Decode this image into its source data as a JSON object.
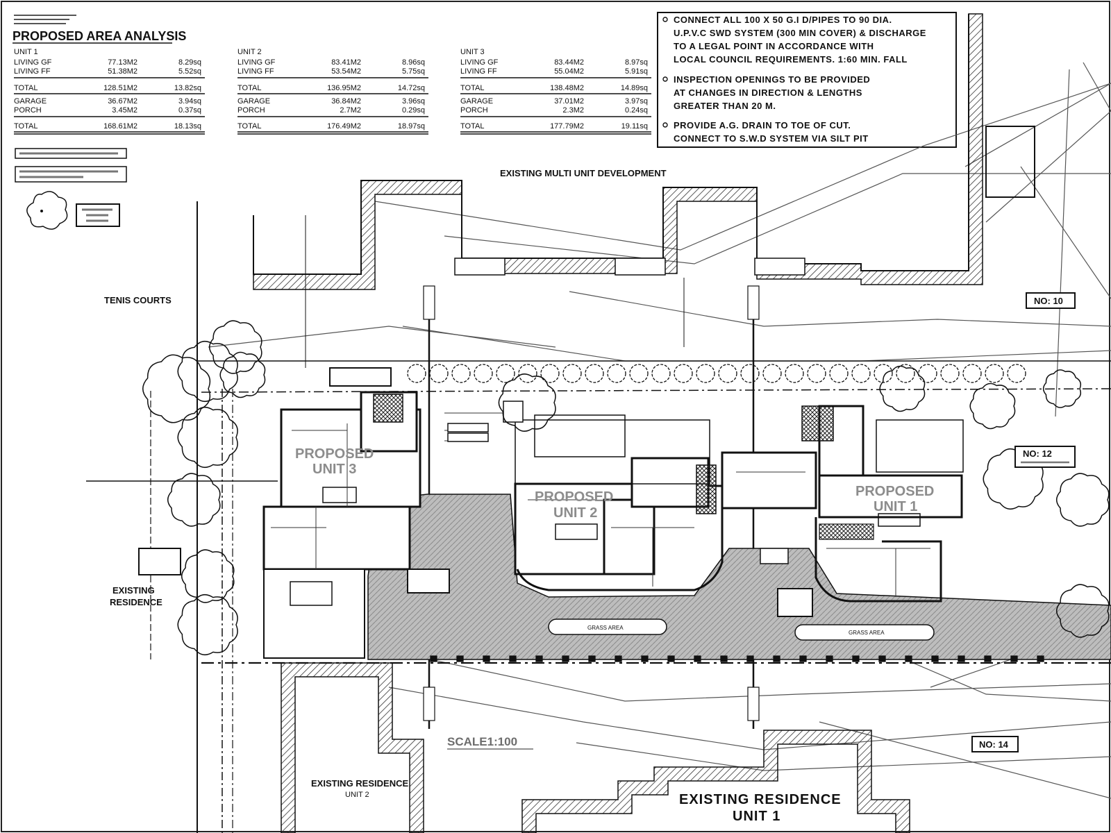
{
  "area_analysis": {
    "title": "PROPOSED AREA ANALYSIS",
    "units": [
      {
        "name": "UNIT 1",
        "rows": [
          {
            "label": "LIVING GF",
            "m2": "77.13M2",
            "sq": "8.29sq"
          },
          {
            "label": "LIVING FF",
            "m2": "51.38M2",
            "sq": "5.52sq"
          },
          {
            "label": "TOTAL",
            "m2": "128.51M2",
            "sq": "13.82sq"
          },
          {
            "label": "GARAGE",
            "m2": "36.67M2",
            "sq": "3.94sq"
          },
          {
            "label": "PORCH",
            "m2": "3.45M2",
            "sq": "0.37sq"
          },
          {
            "label": "TOTAL",
            "m2": "168.61M2",
            "sq": "18.13sq"
          }
        ]
      },
      {
        "name": "UNIT 2",
        "rows": [
          {
            "label": "LIVING GF",
            "m2": "83.41M2",
            "sq": "8.96sq"
          },
          {
            "label": "LIVING FF",
            "m2": "53.54M2",
            "sq": "5.75sq"
          },
          {
            "label": "TOTAL",
            "m2": "136.95M2",
            "sq": "14.72sq"
          },
          {
            "label": "GARAGE",
            "m2": "36.84M2",
            "sq": "3.96sq"
          },
          {
            "label": "PORCH",
            "m2": "2.7M2",
            "sq": "0.29sq"
          },
          {
            "label": "TOTAL",
            "m2": "176.49M2",
            "sq": "18.97sq"
          }
        ]
      },
      {
        "name": "UNIT 3",
        "rows": [
          {
            "label": "LIVING GF",
            "m2": "83.44M2",
            "sq": "8.97sq"
          },
          {
            "label": "LIVING FF",
            "m2": "55.04M2",
            "sq": "5.91sq"
          },
          {
            "label": "TOTAL",
            "m2": "138.48M2",
            "sq": "14.89sq"
          },
          {
            "label": "GARAGE",
            "m2": "37.01M2",
            "sq": "3.97sq"
          },
          {
            "label": "PORCH",
            "m2": "2.3M2",
            "sq": "0.24sq"
          },
          {
            "label": "TOTAL",
            "m2": "177.79M2",
            "sq": "19.11sq"
          }
        ]
      }
    ]
  },
  "notes": {
    "lines": [
      "CONNECT ALL 100 X 50 G.I D/PIPES TO 90 DIA.",
      "U.P.V.C SWD SYSTEM (300 MIN COVER) & DISCHARGE",
      "TO A LEGAL POINT IN ACCORDANCE WITH",
      "LOCAL COUNCIL REQUIREMENTS. 1:60 MIN. FALL",
      "INSPECTION OPENINGS TO BE PROVIDED",
      "AT CHANGES IN DIRECTION & LENGTHS",
      "GREATER THAN 20 M.",
      "PROVIDE A.G. DRAIN TO TOE OF CUT.",
      "CONNECT TO S.W.D SYSTEM VIA SILT PIT"
    ]
  },
  "labels": {
    "existing_multi_unit": "EXISTING MULTI UNIT DEVELOPMENT",
    "tennis_courts": "TENIS COURTS",
    "existing_residence_left": [
      "EXISTING",
      "RESIDENCE"
    ],
    "proposed_unit3": [
      "PROPOSED",
      "UNIT 3"
    ],
    "proposed_unit2": [
      "PROPOSED",
      "UNIT 2"
    ],
    "proposed_unit1": [
      "PROPOSED",
      "UNIT 1"
    ],
    "no_10": "NO: 10",
    "no_12": "NO: 12",
    "no_14": "NO: 14",
    "scale": "SCALE1:100",
    "existing_residence_unit2": [
      "EXISTING RESIDENCE",
      "UNIT 2"
    ],
    "existing_residence_unit1": [
      "EXISTING RESIDENCE",
      "UNIT 1"
    ],
    "grass_area": "GRASS AREA",
    "unit_1_top": "UNIT 1",
    "unit_2_top": "UNIT 2",
    "unit_3_top": "UNIT 3"
  }
}
